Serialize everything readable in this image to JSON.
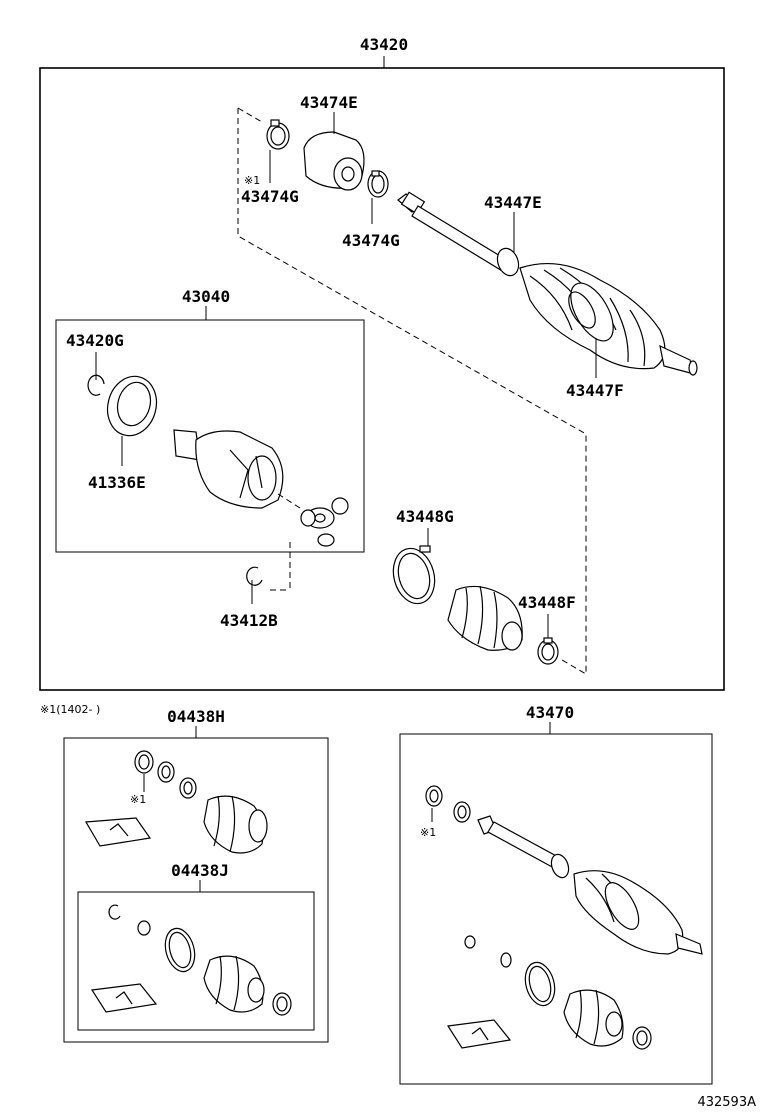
{
  "labels": {
    "assembly": "43420",
    "inner_joint_kit": "43040",
    "p43474E": "43474E",
    "p43474G_a": "43474G",
    "p43474G_b": "43474G",
    "p43447E": "43447E",
    "p43447F": "43447F",
    "p43420G": "43420G",
    "p41336E": "41336E",
    "p43412B": "43412B",
    "p43448G": "43448G",
    "p43448F": "43448F",
    "kit_h": "04438H",
    "kit_j": "04438J",
    "p43470": "43470"
  },
  "notes": {
    "ref_mark_1": "※1",
    "ref_mark_2": "※1",
    "ref_mark_3": "※1",
    "footnote": "※1(1402-   )"
  },
  "diagram_code": "432593A"
}
